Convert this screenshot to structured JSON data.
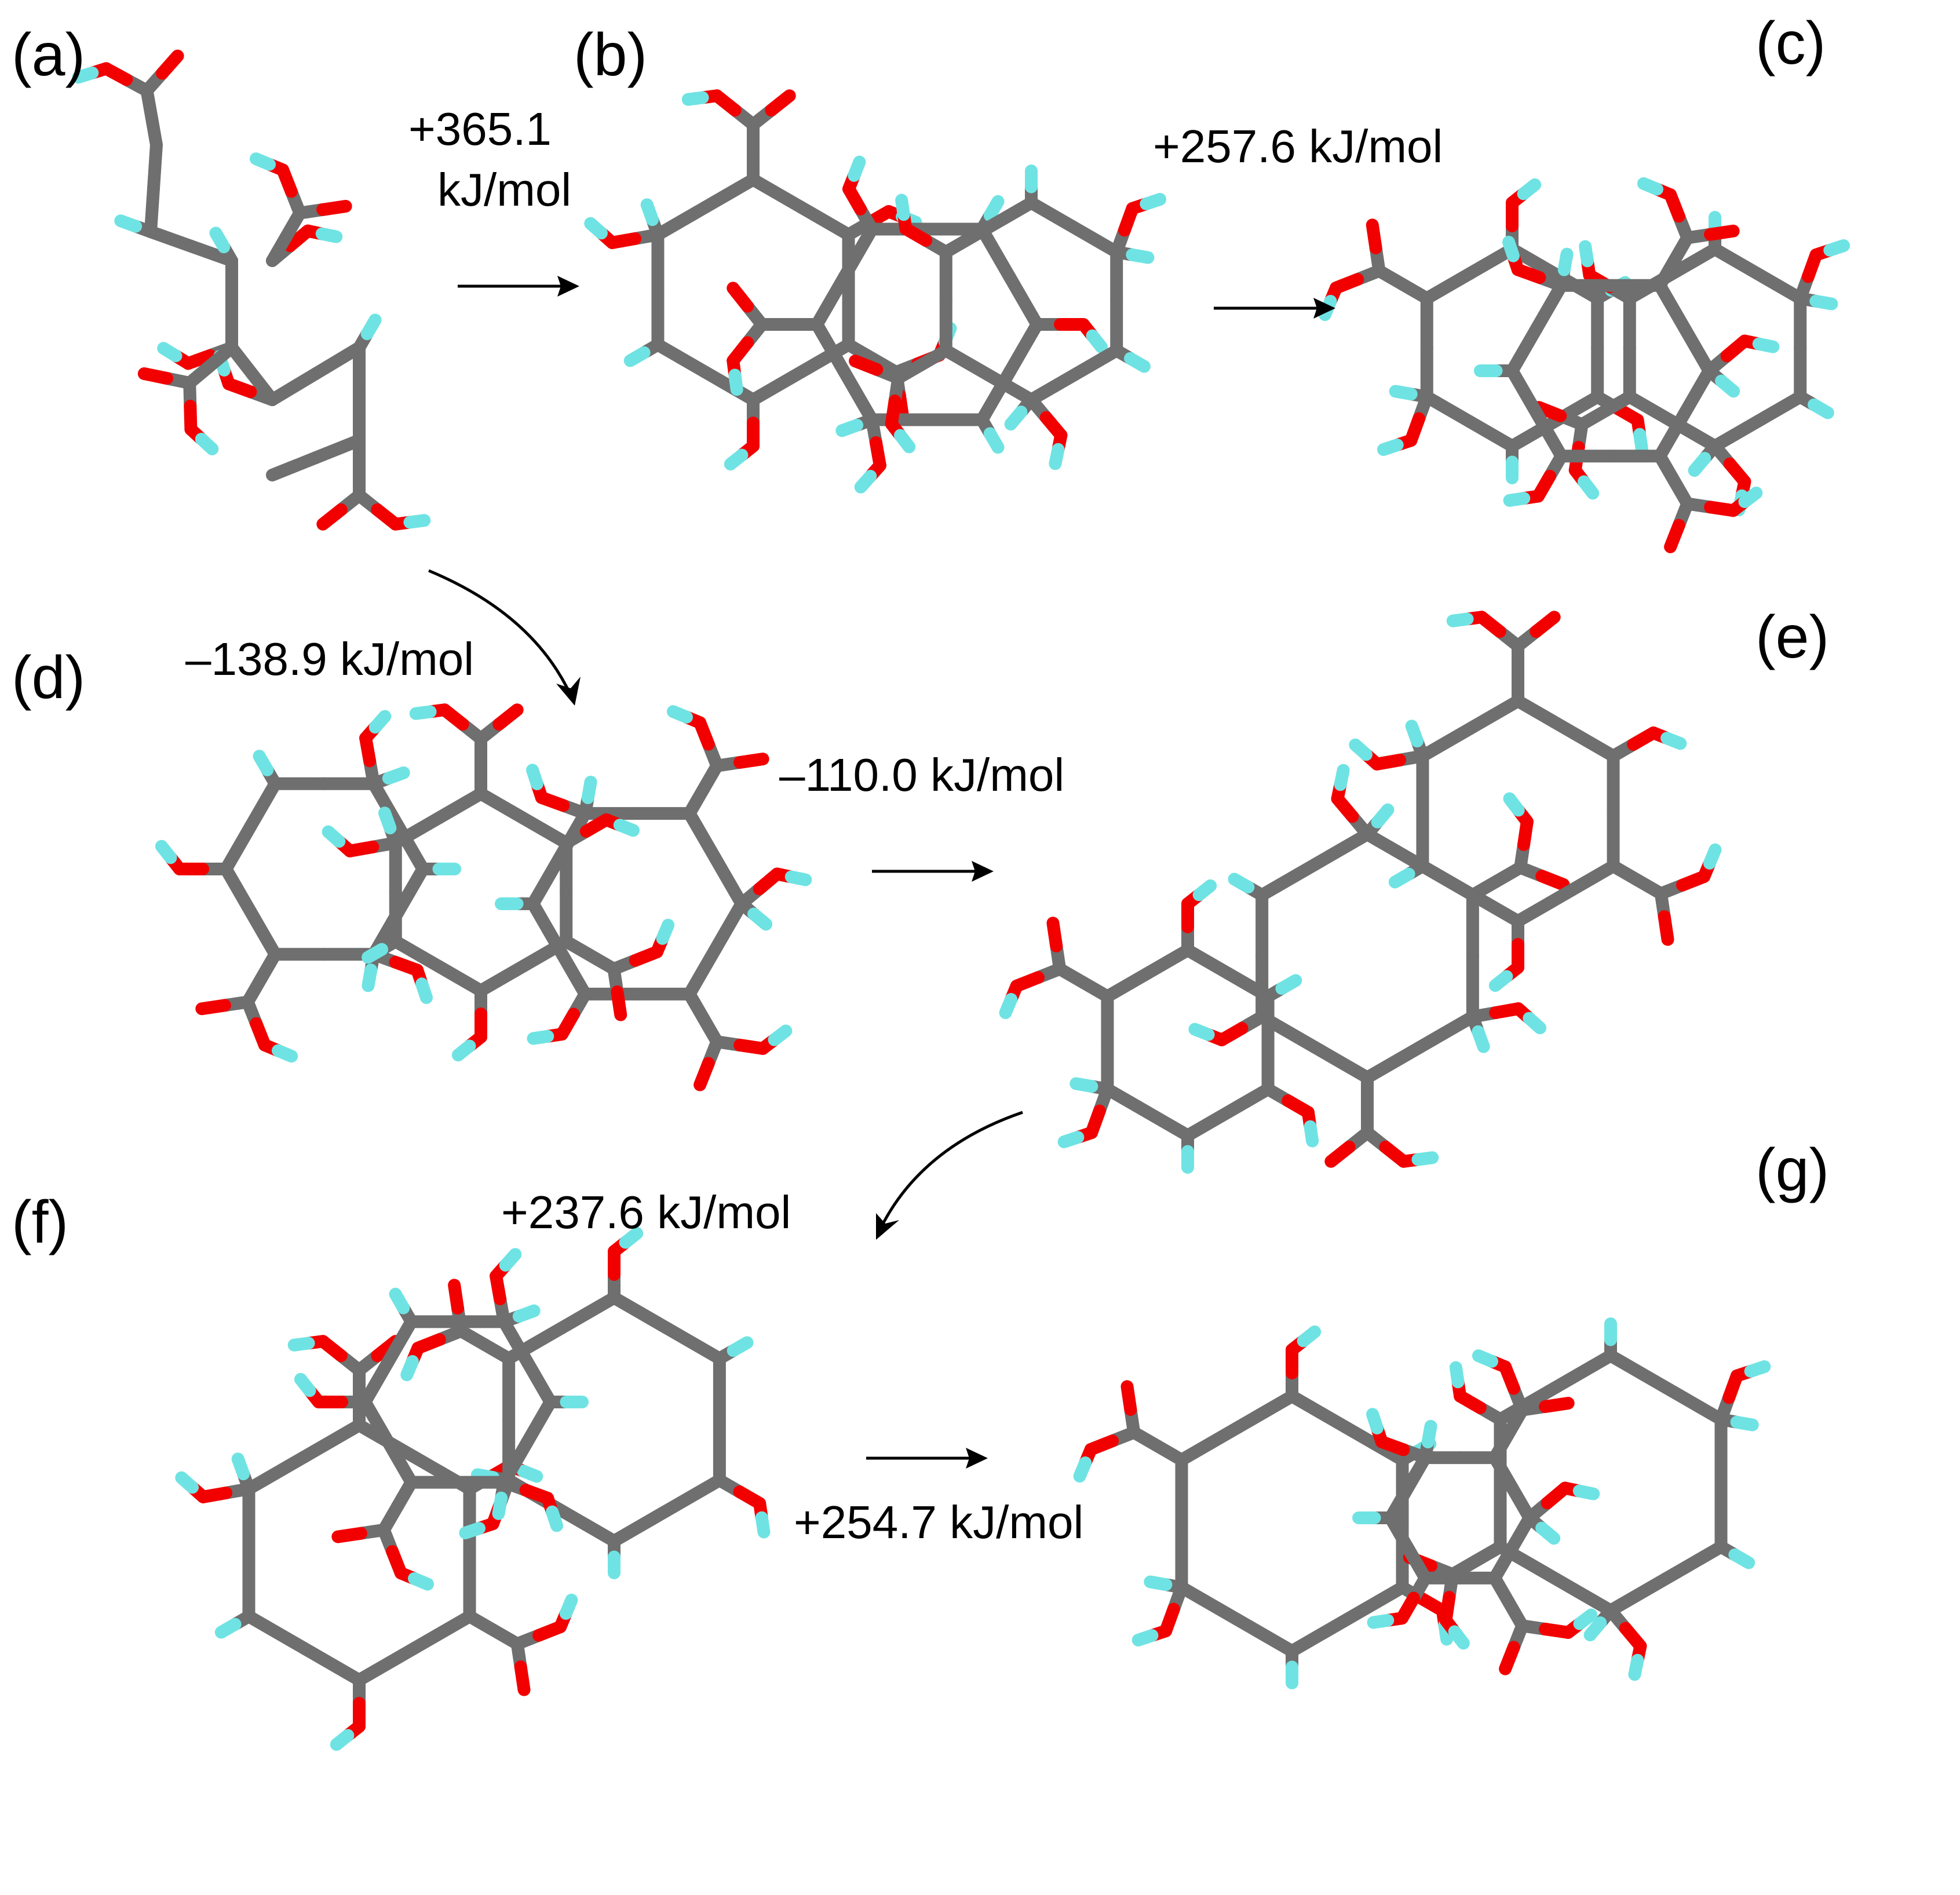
{
  "colors": {
    "carbon": "#6f6f6f",
    "oxygen": "#f20000",
    "hydrogen": "#6fe3e3",
    "text": "#000000",
    "background": "#ffffff"
  },
  "panels": [
    {
      "id": "a",
      "label": "(a)"
    },
    {
      "id": "b",
      "label": "(b)"
    },
    {
      "id": "c",
      "label": "(c)"
    },
    {
      "id": "d",
      "label": "(d)"
    },
    {
      "id": "e",
      "label": "(e)"
    },
    {
      "id": "f",
      "label": "(f)"
    },
    {
      "id": "g",
      "label": "(g)"
    }
  ],
  "transitions": [
    {
      "from": "a",
      "to": "b",
      "energy_line1": "+365.1",
      "energy_line2": "kJ/mol"
    },
    {
      "from": "b",
      "to": "c",
      "energy": "+257.6 kJ/mol"
    },
    {
      "from": "a",
      "to": "d",
      "energy": "–138.9 kJ/mol"
    },
    {
      "from": "d",
      "to": "e",
      "energy": "–110.0 kJ/mol"
    },
    {
      "from": "e",
      "to": "f",
      "energy": "+237.6 kJ/mol"
    },
    {
      "from": "f",
      "to": "g",
      "energy": "+254.7 kJ/mol"
    }
  ]
}
